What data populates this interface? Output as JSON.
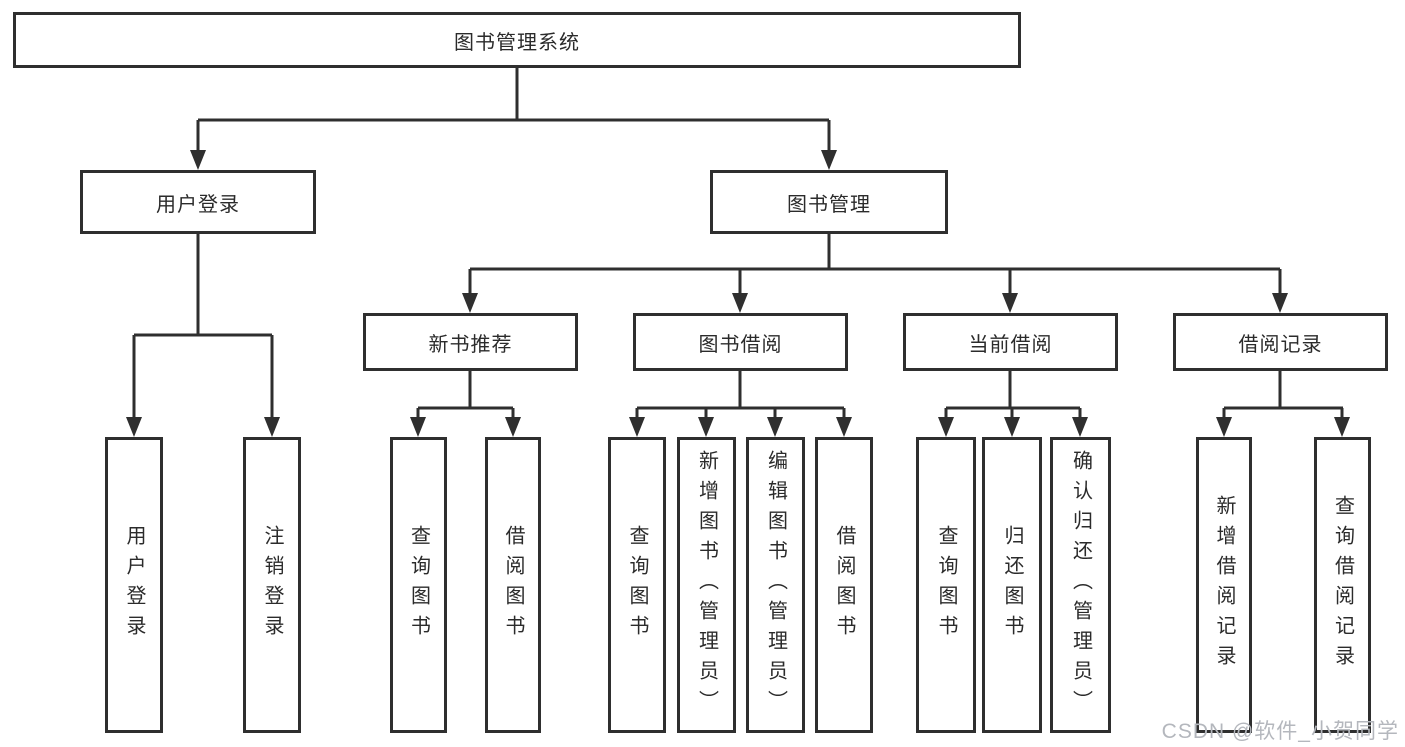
{
  "diagram": {
    "title": "图书管理系统",
    "type": "hierarchy-flowchart",
    "tree": {
      "label": "图书管理系统",
      "children": [
        {
          "label": "用户登录",
          "children": [
            {
              "label": "用户登录"
            },
            {
              "label": "注销登录"
            }
          ]
        },
        {
          "label": "图书管理",
          "children": [
            {
              "label": "新书推荐",
              "children": [
                {
                  "label": "查询图书"
                },
                {
                  "label": "借阅图书"
                }
              ]
            },
            {
              "label": "图书借阅",
              "children": [
                {
                  "label": "查询图书"
                },
                {
                  "label": "新增图书（管理员）"
                },
                {
                  "label": "编辑图书（管理员）"
                },
                {
                  "label": "借阅图书"
                }
              ]
            },
            {
              "label": "当前借阅",
              "children": [
                {
                  "label": "查询图书"
                },
                {
                  "label": "归还图书"
                },
                {
                  "label": "确认归还（管理员）"
                }
              ]
            },
            {
              "label": "借阅记录",
              "children": [
                {
                  "label": "新增借阅记录"
                },
                {
                  "label": "查询借阅记录"
                }
              ]
            }
          ]
        }
      ]
    },
    "watermark": "CSDN @软件_小贺同学",
    "colors": {
      "line": "#2f2f2f",
      "box_border": "#2f2f2f",
      "text": "#2b2b2b",
      "watermark": "#b4b7bd",
      "background": "#ffffff"
    }
  }
}
